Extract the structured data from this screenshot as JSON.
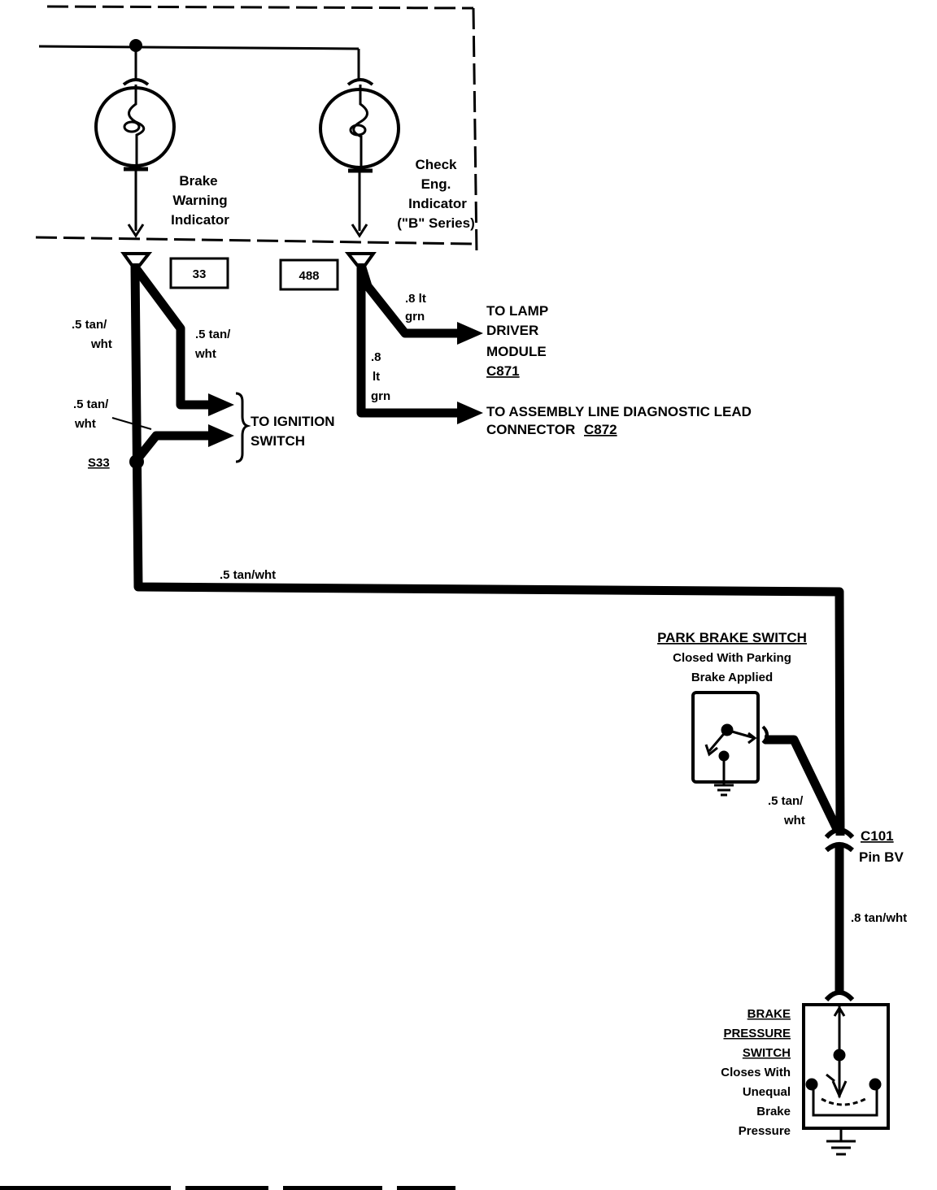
{
  "indicators": {
    "brake_warning": [
      "Brake",
      "Warning",
      "Indicator"
    ],
    "check_engine": [
      "Check",
      "Eng.",
      "Indicator",
      "(\"B\" Series)"
    ]
  },
  "circuit_boxes": {
    "left": "33",
    "right": "488"
  },
  "wires": {
    "left_upper": [
      ".5 tan/",
      "wht"
    ],
    "branch_upper": [
      ".5 tan/",
      "wht"
    ],
    "branch_lower": [
      ".5 tan/",
      "wht"
    ],
    "horizontal_run": ".5 tan/wht",
    "right_top": [
      ".8 lt",
      "grn"
    ],
    "right_mid": [
      ".8",
      "lt",
      "grn"
    ],
    "park_switch_wire": [
      ".5 tan/",
      "wht"
    ],
    "lower_run": ".8 tan/wht"
  },
  "splice": "S33",
  "destinations": {
    "ignition": [
      "TO IGNITION",
      "SWITCH"
    ],
    "lamp_driver": [
      "TO LAMP",
      "DRIVER",
      "MODULE"
    ],
    "lamp_driver_connector": "C871",
    "diag_line1": "TO ASSEMBLY LINE DIAGNOSTIC LEAD",
    "diag_line2_prefix": "CONNECTOR",
    "diag_connector": "C872"
  },
  "park_brake_switch": {
    "title": "PARK BRAKE SWITCH",
    "desc": [
      "Closed With Parking",
      "Brake Applied"
    ]
  },
  "connector_c101": {
    "name": "C101",
    "pin": "Pin BV"
  },
  "brake_pressure_switch": {
    "title": [
      "BRAKE",
      "PRESSURE",
      "SWITCH"
    ],
    "desc": [
      "Closes With",
      "Unequal",
      "Brake",
      "Pressure"
    ]
  }
}
